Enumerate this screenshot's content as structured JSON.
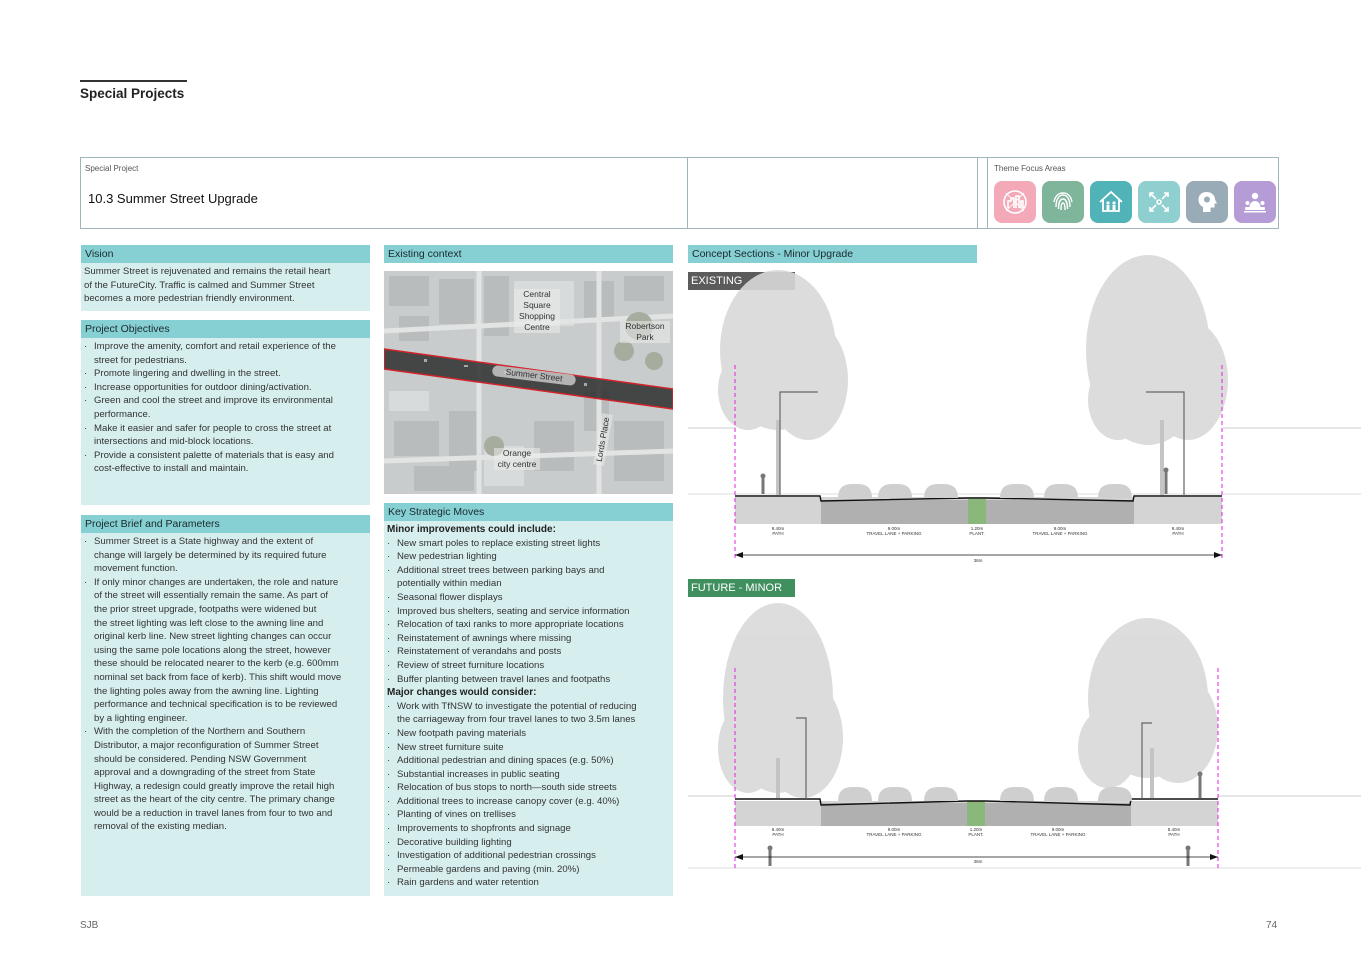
{
  "header": {
    "title": "Special Projects"
  },
  "project": {
    "label": "Special Project",
    "title": "10.3  Summer Street Upgrade"
  },
  "theme": {
    "label": "Theme Focus Areas",
    "icons": [
      {
        "name": "city-skyline-icon",
        "color": "#f3a9b8"
      },
      {
        "name": "fingerprint-icon",
        "color": "#7fb59a"
      },
      {
        "name": "community-house-icon",
        "color": "#4fb3b8"
      },
      {
        "name": "expand-arrows-icon",
        "color": "#8fcfcf"
      },
      {
        "name": "head-gear-icon",
        "color": "#9aabb8"
      },
      {
        "name": "people-group-icon",
        "color": "#b59cd6"
      }
    ]
  },
  "vision": {
    "heading": "Vision",
    "lines": [
      "Summer Street is rejuvenated and remains the retail heart",
      "of the FutureCity. Traffic is calmed and Summer Street",
      "becomes a more pedestrian friendly environment."
    ]
  },
  "objectives": {
    "heading": "Project Objectives",
    "items": [
      [
        "Improve the amenity, comfort and retail experience of the",
        "street for pedestrians."
      ],
      [
        "Promote lingering and dwelling in the street."
      ],
      [
        "Increase opportunities for outdoor dining/activation."
      ],
      [
        "Green and cool the street and improve its environmental",
        "performance."
      ],
      [
        "Make it easier and safer for people to cross the street at",
        "intersections and mid-block locations."
      ],
      [
        "Provide a consistent palette of materials that is easy and",
        "cost-effective to install and maintain."
      ]
    ]
  },
  "brief": {
    "heading": "Project Brief and Parameters",
    "items": [
      [
        "Summer Street is a State highway and the extent of",
        "change will largely be determined by its required future",
        "movement function."
      ],
      [
        "If only minor changes are undertaken, the role and nature",
        "of the street will essentially remain the same. As part of",
        "the prior street upgrade, footpaths were widened but",
        "the street lighting was left close to the awning line and",
        "original kerb line. New street lighting changes can occur",
        "using the same pole locations along the street, however",
        "these should be relocated nearer to the kerb (e.g. 600mm",
        "nominal set back from face of kerb). This shift would move",
        "the lighting poles away from the awning line. Lighting",
        "performance and technical specification is to be reviewed",
        "by a lighting engineer."
      ],
      [
        "With the completion of the Northern and Southern",
        "Distributor, a major reconfiguration of Summer Street",
        "should be considered. Pending NSW Government",
        "approval and a downgrading of the street from State",
        "Highway, a redesign could greatly improve the retail high",
        "street as the heart of the city centre. The primary change",
        "would be a reduction in travel lanes from four to two and",
        "removal of the existing median."
      ]
    ]
  },
  "context": {
    "heading": "Existing context",
    "labels": {
      "centre": "Central\nSquare\nShopping\nCentre",
      "park": "Robertson\nPark",
      "street": "Summer Street",
      "lords": "Lords Place",
      "orange": "Orange\ncity centre"
    }
  },
  "moves": {
    "heading": "Key Strategic Moves",
    "minor_heading": "Minor improvements could include:",
    "minor": [
      [
        "New smart poles to replace existing street lights"
      ],
      [
        "New pedestrian lighting"
      ],
      [
        "Additional street trees between parking bays and",
        "potentially within median"
      ],
      [
        "Seasonal flower displays"
      ],
      [
        "Improved bus shelters, seating and service information"
      ],
      [
        "Relocation of taxi ranks to more appropriate locations"
      ],
      [
        "Reinstatement of awnings where missing"
      ],
      [
        "Reinstatement of verandahs and posts"
      ],
      [
        "Review of street furniture locations"
      ],
      [
        "Buffer planting between travel lanes and footpaths"
      ]
    ],
    "major_heading": "Major changes would consider:",
    "major": [
      [
        "Work with TfNSW to investigate the potential of reducing",
        "the carriageway from four travel lanes to two 3.5m lanes"
      ],
      [
        "New footpath paving materials"
      ],
      [
        "New street furniture suite"
      ],
      [
        "Additional pedestrian and dining spaces (e.g. 50%)"
      ],
      [
        "Substantial increases in public seating"
      ],
      [
        "Relocation of bus stops to north—south side streets"
      ],
      [
        "Additional trees to increase canopy cover (e.g. 40%)"
      ],
      [
        "Planting of vines on trellises"
      ],
      [
        "Improvements to shopfronts and signage"
      ],
      [
        "Decorative building lighting"
      ],
      [
        "Investigation of additional pedestrian crossings"
      ],
      [
        "Permeable gardens and paving (min. 20%)"
      ],
      [
        "Rain gardens and water retention"
      ]
    ]
  },
  "sections": {
    "heading": "Concept Sections - Minor Upgrade",
    "existing": {
      "tag": "EXISTING",
      "tag_color": "#5b5b5b",
      "dims": [
        {
          "w": "8.40m",
          "l": "PATH"
        },
        {
          "w": "9.00m",
          "l": "TRAVEL LANE + PARKING"
        },
        {
          "w": "1.20m",
          "l": "PLANT."
        },
        {
          "w": "9.00m",
          "l": "TRAVEL LANE + PARKING"
        },
        {
          "w": "8.40m",
          "l": "PATH"
        }
      ],
      "total": "36m"
    },
    "future": {
      "tag": "FUTURE - MINOR",
      "tag_color": "#3f8f5f",
      "dims": [
        {
          "w": "8.40m",
          "l": "PATH"
        },
        {
          "w": "9.00m",
          "l": "TRAVEL LANE + PARKING"
        },
        {
          "w": "1.20m",
          "l": "PLANT."
        },
        {
          "w": "9.00m",
          "l": "TRAVEL LANE + PARKING"
        },
        {
          "w": "8.40m",
          "l": "PATH"
        }
      ],
      "total": "36m"
    }
  },
  "footer": {
    "left": "SJB",
    "page": "74"
  }
}
